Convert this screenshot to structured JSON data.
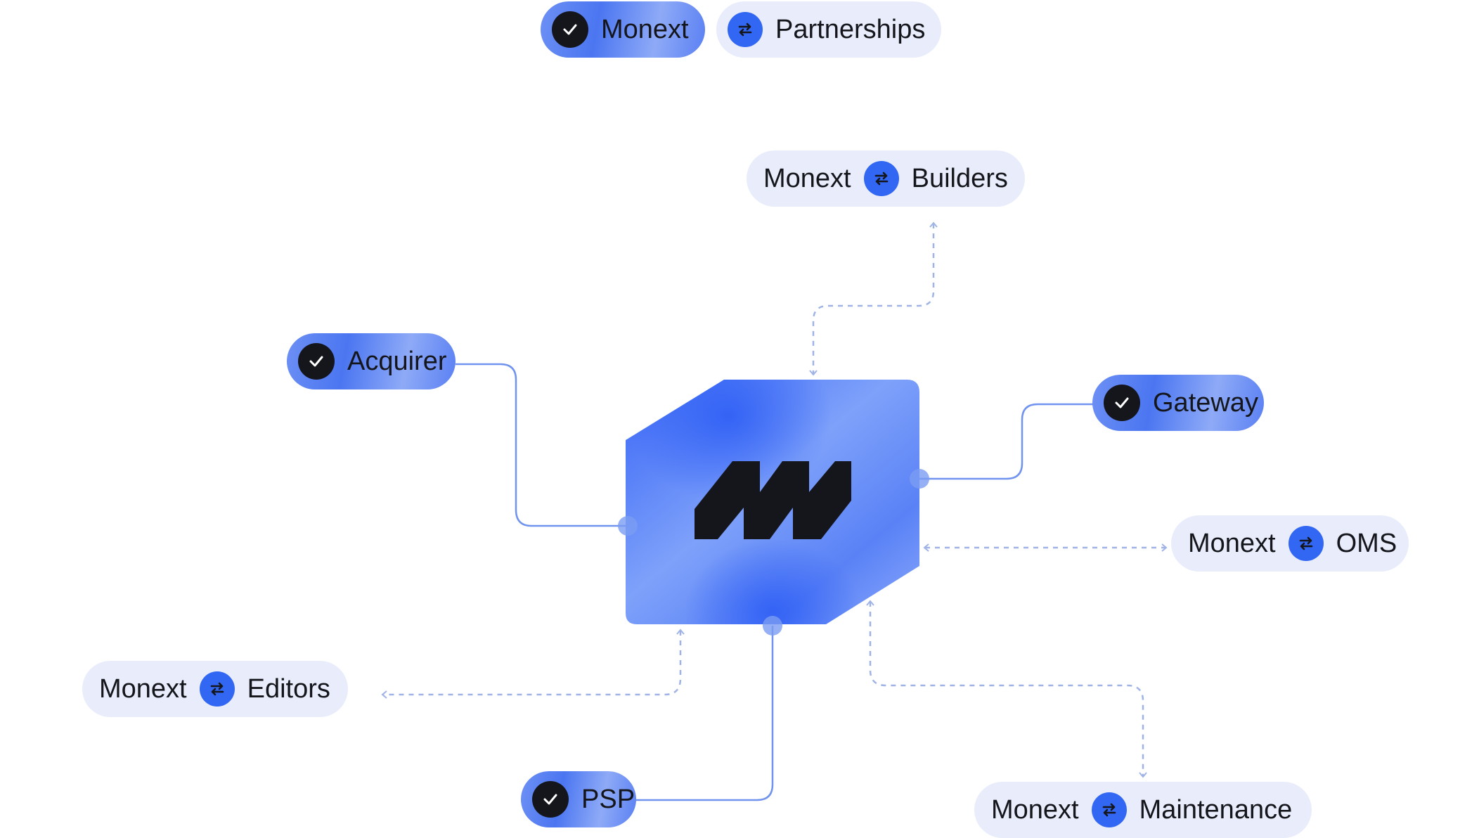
{
  "colors": {
    "accent": "#3267f4",
    "pill_light_bg": "#e9edfb",
    "check_bg": "#15161c",
    "solid_connector": "#6f93ee",
    "dashed_connector": "#9fb3e6"
  },
  "top": {
    "left_pill": {
      "label": "Monext",
      "icon": "check-icon"
    },
    "right_pill": {
      "label": "Partnerships",
      "icon": "swap-arrows-icon"
    }
  },
  "hub": {
    "logo": "monext-logo"
  },
  "nodes": {
    "builders": {
      "left": "Monext",
      "right": "Builders",
      "icon": "swap-arrows-icon"
    },
    "acquirer": {
      "label": "Acquirer",
      "icon": "check-icon"
    },
    "gateway": {
      "label": "Gateway",
      "icon": "check-icon"
    },
    "oms": {
      "left": "Monext",
      "right": "OMS",
      "icon": "swap-arrows-icon"
    },
    "editors": {
      "left": "Monext",
      "right": "Editors",
      "icon": "swap-arrows-icon"
    },
    "psp": {
      "label": "PSP",
      "icon": "check-icon"
    },
    "maintenance": {
      "left": "Monext",
      "right": "Maintenance",
      "icon": "swap-arrows-icon"
    }
  }
}
